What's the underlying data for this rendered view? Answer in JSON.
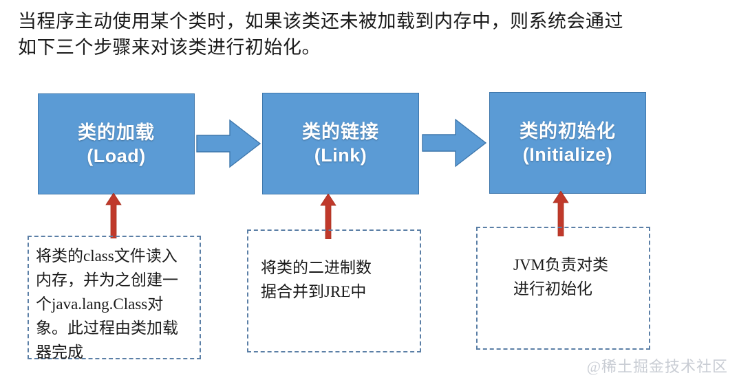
{
  "intro": {
    "text": "当程序主动使用某个类时，如果该类还未被加载到内存中，则系统会通过\n如下三个步骤来对该类进行初始化。"
  },
  "colors": {
    "stage_fill": "#5B9BD5",
    "stage_border": "#3E77AC",
    "arrow_red": "#C0392B",
    "note_border": "#5B7FA6",
    "watermark": "#c9cdd4",
    "text": "#1a1a1a"
  },
  "flow": {
    "stages": [
      {
        "cn": "类的加载",
        "en": "(Load)"
      },
      {
        "cn": "类的链接",
        "en": "(Link)"
      },
      {
        "cn": "类的初始化",
        "en": "(Initialize)"
      }
    ],
    "connectors": [
      {
        "icon": "block-arrow-right-icon"
      },
      {
        "icon": "block-arrow-right-icon"
      }
    ],
    "callout_arrows": [
      {
        "icon": "arrow-up-icon"
      },
      {
        "icon": "arrow-up-icon"
      },
      {
        "icon": "arrow-up-icon"
      }
    ],
    "notes": [
      {
        "text": "将类的class文件读入\n内存，并为之创建一\n个java.lang.Class对\n象。此过程由类加载\n器完成"
      },
      {
        "text": "将类的二进制数\n据合并到JRE中"
      },
      {
        "text": "JVM负责对类\n进行初始化"
      }
    ]
  },
  "watermark": {
    "text": "@稀土掘金技术社区"
  }
}
